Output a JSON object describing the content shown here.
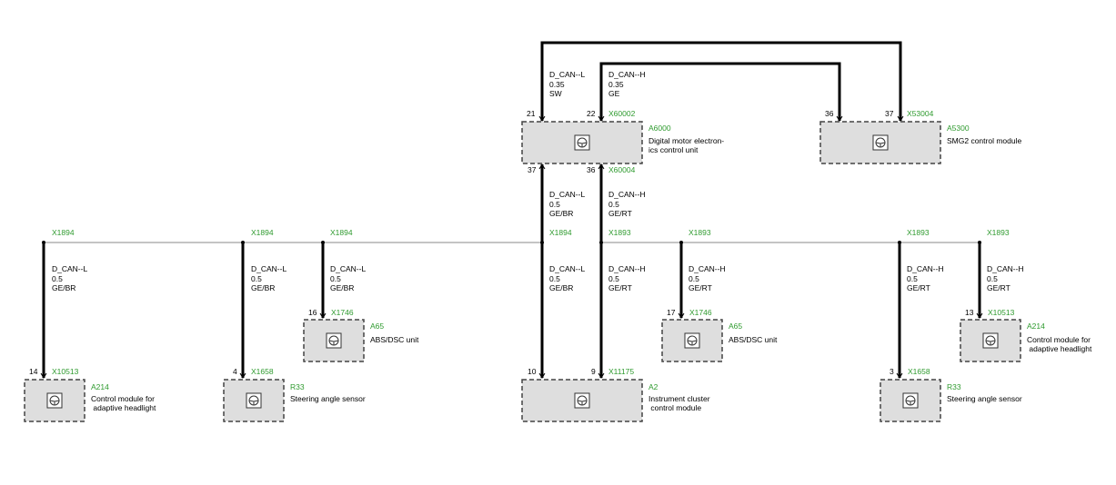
{
  "bus": {
    "lines": [
      "D_CAN--L",
      "D_CAN--H"
    ],
    "gauges": [
      "0.35",
      "0.5"
    ],
    "colors": [
      "SW",
      "GE",
      "GE/BR",
      "GE/RT"
    ]
  },
  "modules": [
    {
      "id": "A6000",
      "desc1": "Digital motor electron-",
      "desc2": "ics control unit"
    },
    {
      "id": "A5300",
      "desc1": "SMG2 control module",
      "desc2": ""
    },
    {
      "id": "A214",
      "desc1": "Control module for",
      "desc2": " adaptive headlight"
    },
    {
      "id": "R33",
      "desc1": "Steering angle sensor",
      "desc2": ""
    },
    {
      "id": "A65",
      "desc1": "ABS/DSC unit",
      "desc2": ""
    },
    {
      "id": "A2",
      "desc1": "Instrument cluster",
      "desc2": " control module"
    },
    {
      "id": "A65",
      "desc1": "ABS/DSC unit",
      "desc2": ""
    },
    {
      "id": "A214",
      "desc1": "Control module for",
      "desc2": " adaptive headlight"
    },
    {
      "id": "R33",
      "desc1": "Steering angle sensor",
      "desc2": ""
    }
  ],
  "connectors": {
    "top_left": "X60002",
    "top_right": "X53004",
    "a6000_bottom": "X60004",
    "a214_left": "X10513",
    "r33_left": "X1658",
    "a65_left": "X1746",
    "a2": "X11175",
    "a65_right": "X1746",
    "a214_right": "X10513",
    "r33_right": "X1658"
  },
  "pins": {
    "p21": "21",
    "p22": "22",
    "p36t": "36",
    "p37t": "37",
    "p37b": "37",
    "p36b": "36",
    "p14": "14",
    "p4": "4",
    "p16": "16",
    "p10": "10",
    "p9": "9",
    "p17": "17",
    "p3": "3",
    "p13": "13"
  },
  "splices": [
    "X1894",
    "X1894",
    "X1894",
    "X1894",
    "X1893",
    "X1893",
    "X1893",
    "X1893"
  ]
}
